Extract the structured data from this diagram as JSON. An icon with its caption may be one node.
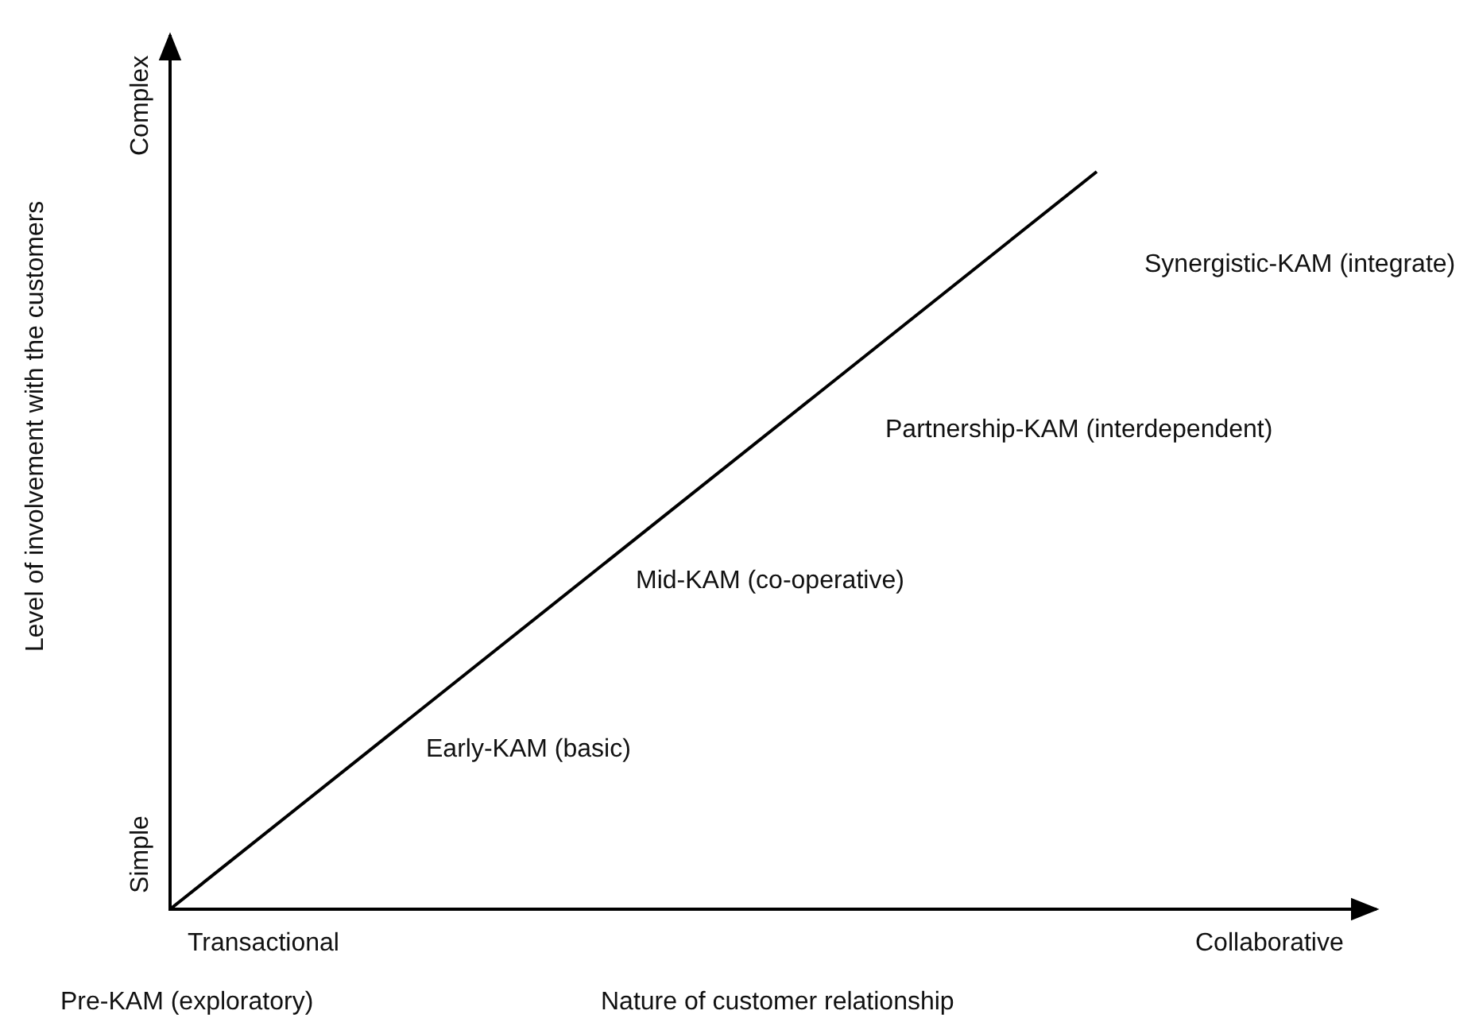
{
  "diagram": {
    "labels": [
      "Complex",
      "Level of involvement with the customers",
      "Synergistic-KAM (integrate)",
      "Partnership-KAM (interdependent)",
      "Mid-KAM (co-operative)",
      "Early-KAM (basic)",
      "Simple",
      "Transactional",
      "Collaborative",
      "Pre-KAM (exploratory)",
      "Nature of customer relationship"
    ]
  }
}
